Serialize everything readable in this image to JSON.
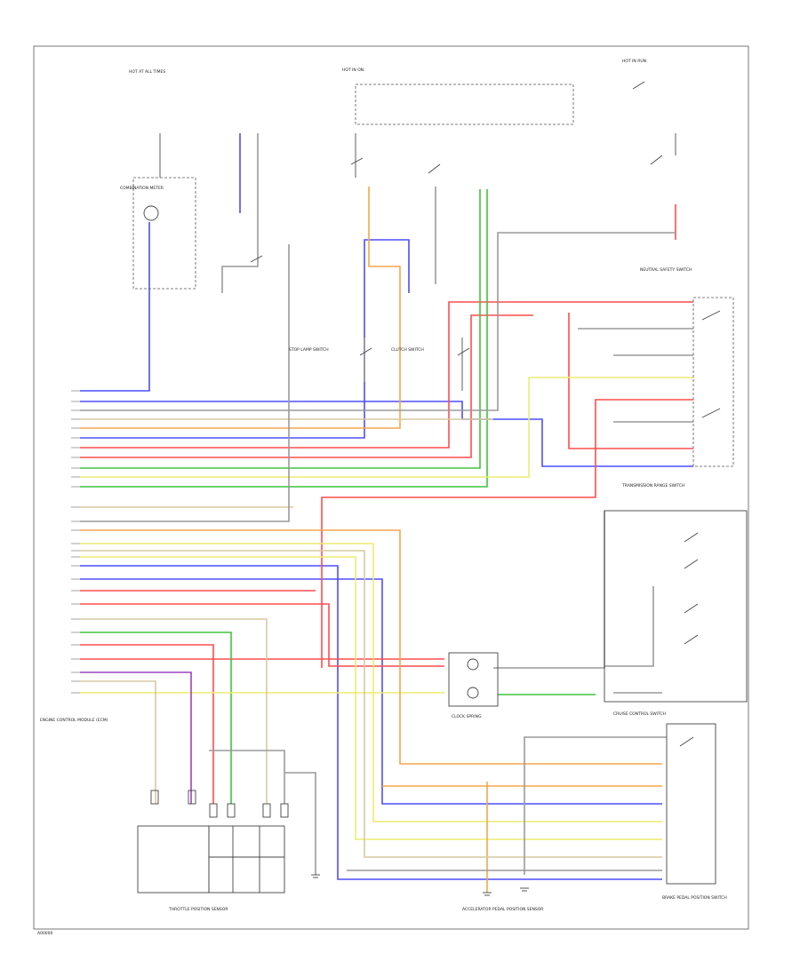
{
  "diagram": {
    "footer_code": "A00000",
    "components": {
      "engine_control_module": "ENGINE CONTROL MODULE (ECM)",
      "cruise_control_switch": "CRUISE CONTROL SWITCH",
      "clock_spring": "CLOCK SPRING",
      "brake_pedal_position_switch": "BRAKE PEDAL POSITION SWITCH",
      "throttle_position_sensor": "THROTTLE POSITION SENSOR",
      "accelerator_pedal_position_sensor": "ACCELERATOR PEDAL POSITION SENSOR",
      "transmission_range_switch": "TRANSMISSION RANGE SWITCH",
      "neutral_safety_switch": "NEUTRAL SAFETY SWITCH",
      "combination_meter": "COMBINATION METER",
      "clutch_switch": "CLUTCH SWITCH",
      "stop_lamp_switch": "STOP LAMP SWITCH",
      "hot_at_all_times": "HOT AT ALL TIMES",
      "hot_in_on": "HOT IN ON",
      "hot_in_run": "HOT IN RUN"
    }
  },
  "colors": {
    "blue": "#4d4dff",
    "red": "#ff4d4d",
    "green": "#3ec43e",
    "yellow": "#ecec70",
    "orange": "#f5a64a",
    "purple": "#a040c0",
    "gray": "#9a9a9a",
    "tan": "#d8c9a0",
    "black": "#444444"
  }
}
